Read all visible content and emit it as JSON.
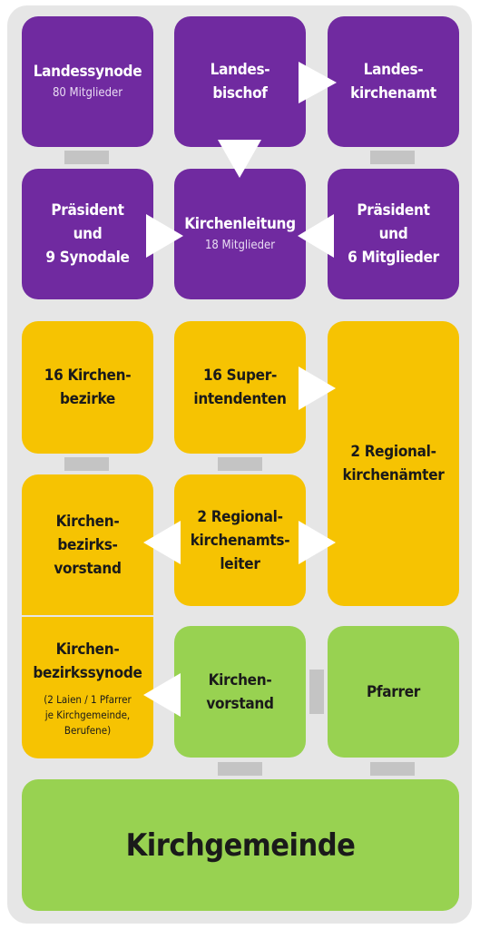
{
  "colors": {
    "frame": "#e6e6e6",
    "purple": "#702aa0",
    "yellow": "#f6c302",
    "green": "#98d251",
    "connector": "#c4c4c4",
    "arrow": "#ffffff"
  },
  "landessynode": {
    "title": "Landessynode",
    "sub": "80 Mitglieder"
  },
  "landesbischof": {
    "title": "Landes-\nbischof"
  },
  "landeskirchenamt": {
    "title": "Landes-\nkirchenamt"
  },
  "praesident_synodale": {
    "title": "Präsident\nund\n9 Synodale"
  },
  "kirchenleitung": {
    "title": "Kirchenleitung",
    "sub": "18 Mitglieder"
  },
  "praesident_mitglieder": {
    "title": "Präsident\nund\n6 Mitglieder"
  },
  "kirchenbezirke": {
    "title": "16 Kirchen-\nbezirke"
  },
  "superintendenten": {
    "title": "16 Super-\nintendenten"
  },
  "regionalkirchenaemter": {
    "title": "2 Regional-\nkirchenämter"
  },
  "kirchenbezirksvorstand": {
    "title": "Kirchen-\nbezirks-\nvorstand"
  },
  "regionalkirchenamtsleiter": {
    "title": "2 Regional-\nkirchenamts-\nleiter"
  },
  "kirchenbezirkssynode": {
    "title": "Kirchen-\nbezirkssynode",
    "note": "(2 Laien / 1 Pfarrer\nje Kirchgemeinde,\nBerufene)"
  },
  "kirchenvorstand": {
    "title": "Kirchen-\nvorstand"
  },
  "pfarrer": {
    "title": "Pfarrer"
  },
  "kirchgemeinde": {
    "title": "Kirchgemeinde"
  }
}
